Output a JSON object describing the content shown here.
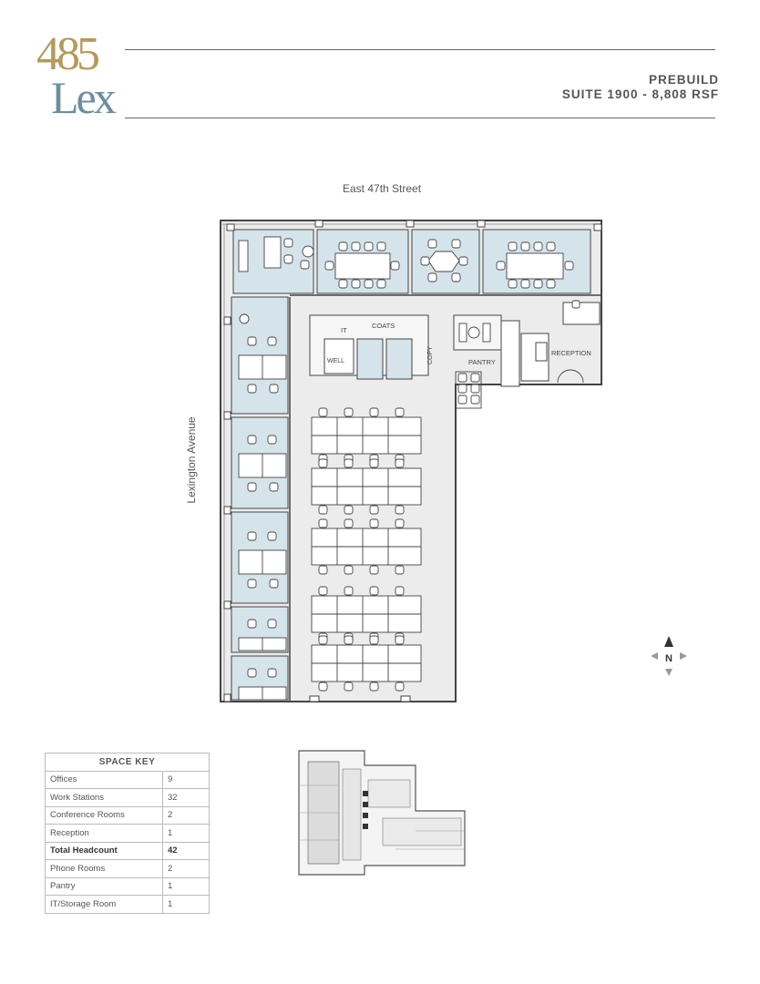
{
  "brand": {
    "logo_number": "485",
    "logo_word": "Lex"
  },
  "header": {
    "line1": "PREBUILD",
    "line2": "SUITE 1900 - 8,808 RSF"
  },
  "streets": {
    "top": "East 47th Street",
    "left": "Lexington Avenue"
  },
  "room_labels": {
    "it": "IT",
    "coats": "COATS",
    "well": "WELL",
    "copy": "COPY",
    "pantry": "PANTRY",
    "reception": "RECEPTION"
  },
  "compass": {
    "north": "N"
  },
  "space_key": {
    "title": "SPACE KEY",
    "rows": [
      {
        "label": "Offices",
        "value": "9",
        "bold": false
      },
      {
        "label": "Work Stations",
        "value": "32",
        "bold": false
      },
      {
        "label": "Conference Rooms",
        "value": "2",
        "bold": false
      },
      {
        "label": "Reception",
        "value": "1",
        "bold": false
      },
      {
        "label": "Total Headcount",
        "value": "42",
        "bold": true
      },
      {
        "label": "Phone Rooms",
        "value": "2",
        "bold": false
      },
      {
        "label": "Pantry",
        "value": "1",
        "bold": false
      },
      {
        "label": "IT/Storage Room",
        "value": "1",
        "bold": false
      }
    ]
  },
  "colors": {
    "office_fill": "#d5e3ea",
    "floor_fill": "#ececec",
    "wall": "#444444",
    "logo_gold": "#b49a5c",
    "logo_blue": "#6b8f9e"
  }
}
